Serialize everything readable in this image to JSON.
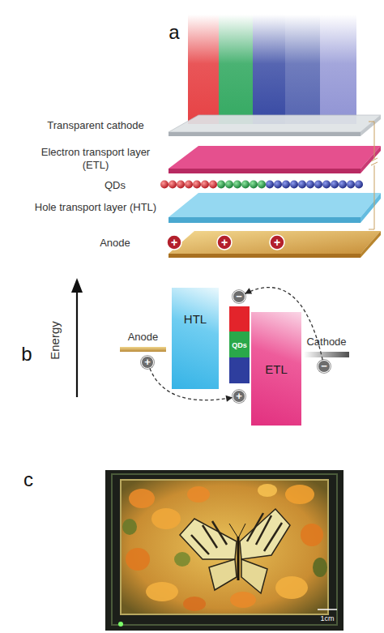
{
  "diagram": {
    "nodes": [
      {
        "text": [
          "HTL"
        ]
      },
      {
        "text": [
          "QDs"
        ]
      },
      {
        "text": [
          "ETL"
        ]
      },
      {
        "text": [
          "Anode"
        ]
      },
      {
        "text": [
          "Cathode"
        ]
      },
      {
        "text": [
          "−"
        ]
      },
      {
        "text": [
          "−"
        ]
      },
      {
        "text": [
          "+"
        ]
      },
      {
        "text": [
          "+"
        ]
      }
    ],
    "edges": [
      {
        "from": 5,
        "to": 6,
        "arrow": "to"
      },
      {
        "from": 7,
        "to": 8,
        "arrow": "to"
      }
    ],
    "labels": [
      "a",
      "Transparent cathode",
      "Electron transport layer (ETL)",
      "QDs",
      "Hole transport layer (HTL)",
      "Anode",
      "+",
      "+",
      "+",
      "b",
      "Energy",
      "c",
      "1cm"
    ]
  }
}
